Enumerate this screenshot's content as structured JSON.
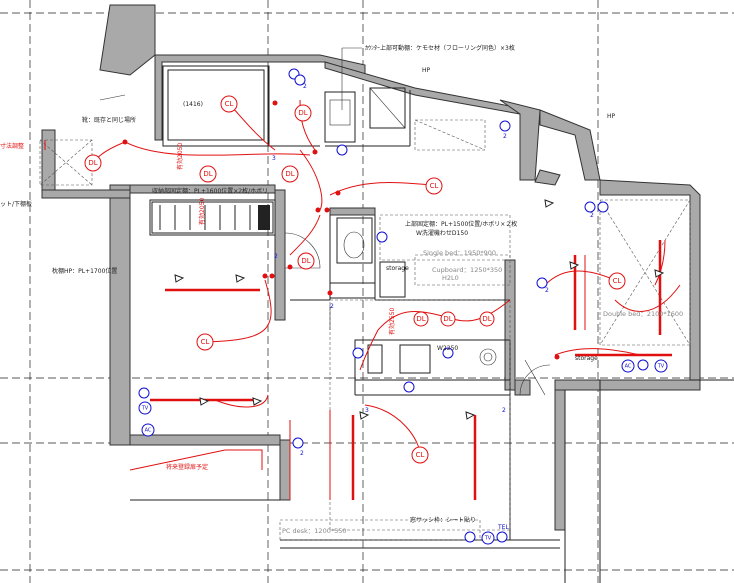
{
  "notes": {
    "top_note": "ｶｳﾝﾀｰ上部可動棚：ケモセ材（フローリング同色）×3枚",
    "shoe_box": "靴：既存と同じ場所",
    "left_edge": "寸法調整",
    "left_lower": "ット/下棚板",
    "storage": "収納部固定棚：PL+1600位置×2枚/ホボリ",
    "side_hp": "枕棚HP：PL+1700位置",
    "room_size": "(1416)",
    "upper_fixed": "上部固定棚：PL+1500位置/ホボリ×２枚",
    "upper_fixed2": "W洗濯機わせD150",
    "single_bed": "Single bed：1950*900",
    "cupboard": "Cupboard：1250*350",
    "cupboard_h": "H2L0",
    "double_bed": "Double bed：2100*1600",
    "kitchen_w": "W2250",
    "future_door": "将来登録扉予定",
    "pc_desk": "PC desk：1200*550",
    "window_note": "窓サッシ枠：シート貼り",
    "dim_v1": "有効2050",
    "dim_v2": "有効2050",
    "dim_v3": "有効2550",
    "hp1": "HP",
    "hp2": "HP",
    "storage_label": "storage",
    "storage2_label": "storage"
  },
  "lamp_labels": {
    "cl": "CL",
    "dl": "DL"
  },
  "outlet_labels": {
    "tv": "TV",
    "ac": "AC",
    "tel": "TEL"
  },
  "switch_numbers": [
    "2",
    "3",
    "2",
    "2",
    "2",
    "2",
    "2",
    "2",
    "3",
    "2"
  ]
}
